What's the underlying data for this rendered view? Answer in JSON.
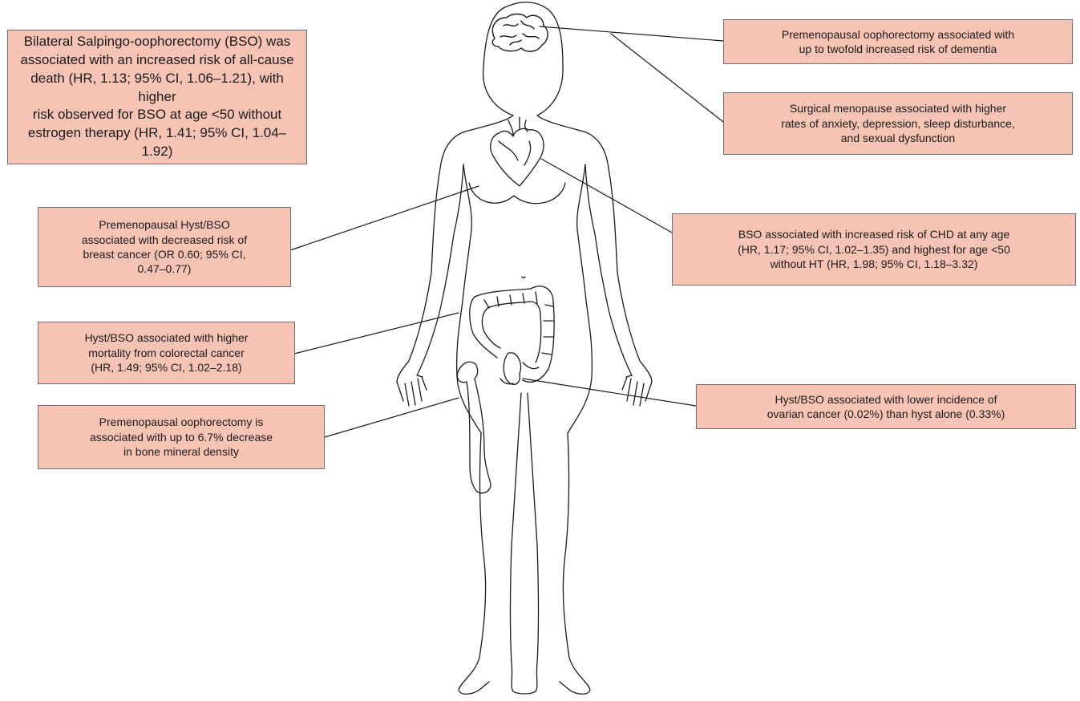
{
  "callouts": {
    "all_cause_death": "Bilateral Salpingo-oophorectomy (BSO) was\nassociated with an increased risk of all-cause\ndeath (HR, 1.13; 95% CI, 1.06–1.21), with higher\nrisk observed for BSO at age <50 without\nestrogen therapy (HR, 1.41; 95% CI, 1.04–1.92)",
    "dementia": "Premenopausal oophorectomy associated with\nup to twofold increased risk of dementia",
    "mood_sleep": "Surgical menopause associated with higher\nrates of anxiety, depression, sleep disturbance,\nand sexual dysfunction",
    "breast_cancer": "Premenopausal Hyst/BSO\nassociated with decreased risk of\nbreast cancer (OR 0.60; 95% CI,\n0.47–0.77)",
    "chd": "BSO associated with increased risk of CHD at any age\n(HR, 1.17; 95% CI, 1.02–1.35) and highest for age <50\nwithout HT (HR, 1.98; 95% CI, 1.18–3.32)",
    "colorectal": "Hyst/BSO associated with higher\nmortality from colorectal cancer\n(HR, 1.49; 95% CI, 1.02–2.18)",
    "ovarian": "Hyst/BSO associated with lower incidence of\novarian cancer (0.02%) than hyst alone (0.33%)",
    "bone_density": "Premenopausal oophorectomy is\nassociated with up to 6.7% decrease\nin bone mineral density"
  },
  "colors": {
    "callout_fill": "#f7c3b5",
    "callout_border": "#6e6e6e",
    "outline": "#1a1a1a"
  },
  "icons": [
    "female-body-outline",
    "brain-icon",
    "heart-icon",
    "colon-icon",
    "femur-icon",
    "uterus-ovaries-icon"
  ]
}
